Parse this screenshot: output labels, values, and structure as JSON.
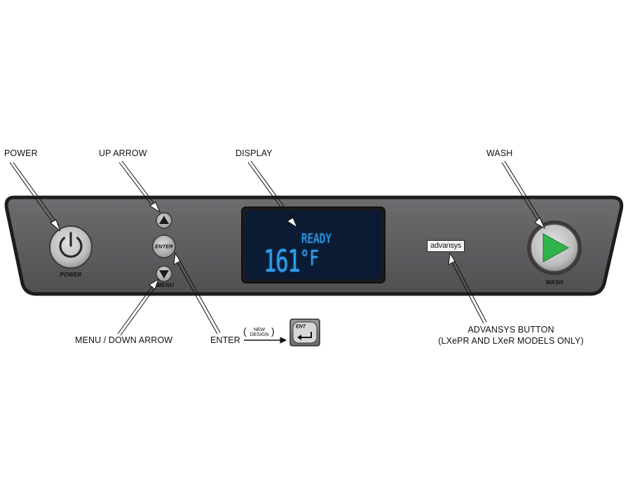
{
  "labels": {
    "power": "POWER",
    "up_arrow": "UP ARROW",
    "display": "DISPLAY",
    "wash": "WASH",
    "menu_down_arrow": "MENU / DOWN ARROW",
    "enter": "ENTER",
    "advansys_button_line1": "ADVANSYS BUTTON",
    "advansys_button_line2": "(LXePR AND LXeR MODELS ONLY)"
  },
  "panel": {
    "power_caption": "POWER",
    "enter_caption": "ENTER",
    "menu_caption": "MENU",
    "wash_caption": "WASH",
    "display_status": "READY",
    "display_temp": "161",
    "display_unit": "°F",
    "advansys_logo": "advansys"
  },
  "new_design": {
    "line1": "NEW",
    "line2": "DESIGN",
    "ent_caption": "ENT"
  },
  "colors": {
    "panel": "#5f5f61",
    "panel_border": "#1c1c1e",
    "lcd_background": "#0b1b33",
    "lcd_text": "#2f9ff0",
    "wash_arrow": "#2fb34a"
  }
}
